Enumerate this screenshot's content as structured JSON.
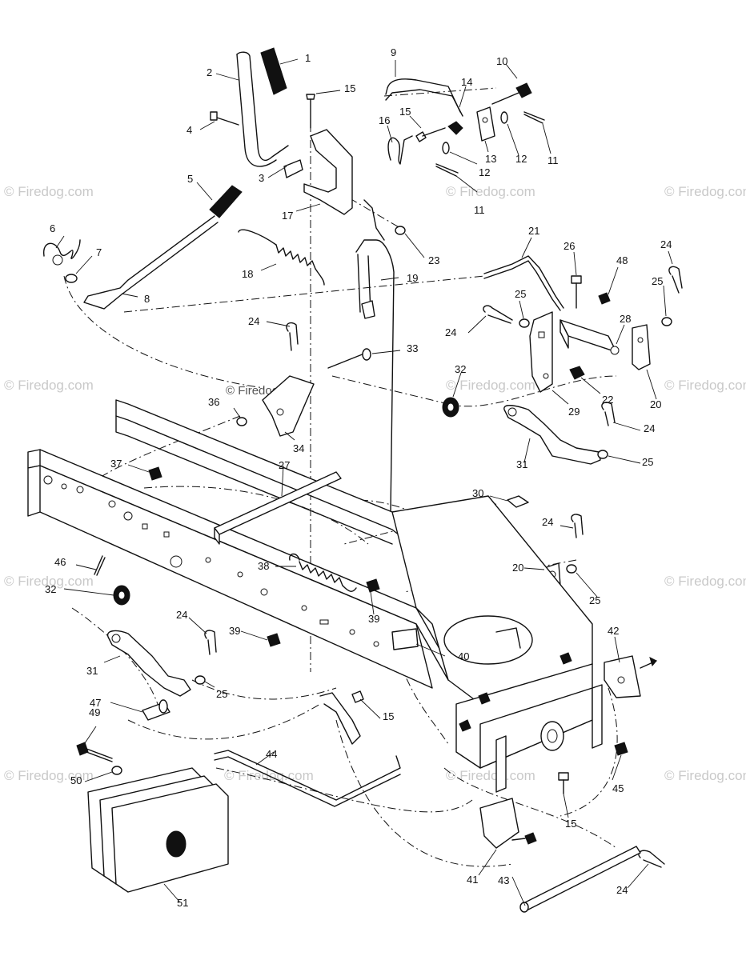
{
  "watermark": {
    "text": "© Firedog.com"
  },
  "callouts": [
    {
      "id": "c1",
      "label": "1"
    },
    {
      "id": "c2",
      "label": "2"
    },
    {
      "id": "c3",
      "label": "3"
    },
    {
      "id": "c4",
      "label": "4"
    },
    {
      "id": "c5",
      "label": "5"
    },
    {
      "id": "c6",
      "label": "6"
    },
    {
      "id": "c7",
      "label": "7"
    },
    {
      "id": "c8",
      "label": "8"
    },
    {
      "id": "c9",
      "label": "9"
    },
    {
      "id": "c10",
      "label": "10"
    },
    {
      "id": "c11a",
      "label": "11"
    },
    {
      "id": "c11b",
      "label": "11"
    },
    {
      "id": "c12a",
      "label": "12"
    },
    {
      "id": "c12b",
      "label": "12"
    },
    {
      "id": "c13",
      "label": "13"
    },
    {
      "id": "c14",
      "label": "14"
    },
    {
      "id": "c15a",
      "label": "15"
    },
    {
      "id": "c15b",
      "label": "15"
    },
    {
      "id": "c15c",
      "label": "15"
    },
    {
      "id": "c15d",
      "label": "15"
    },
    {
      "id": "c16",
      "label": "16"
    },
    {
      "id": "c17",
      "label": "17"
    },
    {
      "id": "c18",
      "label": "18"
    },
    {
      "id": "c19",
      "label": "19"
    },
    {
      "id": "c20a",
      "label": "20"
    },
    {
      "id": "c20b",
      "label": "20"
    },
    {
      "id": "c21",
      "label": "21"
    },
    {
      "id": "c22",
      "label": "22"
    },
    {
      "id": "c23",
      "label": "23"
    },
    {
      "id": "c24a",
      "label": "24"
    },
    {
      "id": "c24b",
      "label": "24"
    },
    {
      "id": "c24c",
      "label": "24"
    },
    {
      "id": "c24d",
      "label": "24"
    },
    {
      "id": "c24e",
      "label": "24"
    },
    {
      "id": "c24f",
      "label": "24"
    },
    {
      "id": "c24g",
      "label": "24"
    },
    {
      "id": "c25a",
      "label": "25"
    },
    {
      "id": "c25b",
      "label": "25"
    },
    {
      "id": "c25c",
      "label": "25"
    },
    {
      "id": "c25d",
      "label": "25"
    },
    {
      "id": "c25e",
      "label": "25"
    },
    {
      "id": "c26",
      "label": "26"
    },
    {
      "id": "c27",
      "label": "27"
    },
    {
      "id": "c28",
      "label": "28"
    },
    {
      "id": "c29",
      "label": "29"
    },
    {
      "id": "c30",
      "label": "30"
    },
    {
      "id": "c31a",
      "label": "31"
    },
    {
      "id": "c31b",
      "label": "31"
    },
    {
      "id": "c32a",
      "label": "32"
    },
    {
      "id": "c32b",
      "label": "32"
    },
    {
      "id": "c33",
      "label": "33"
    },
    {
      "id": "c34",
      "label": "34"
    },
    {
      "id": "c36",
      "label": "36"
    },
    {
      "id": "c37",
      "label": "37"
    },
    {
      "id": "c38",
      "label": "38"
    },
    {
      "id": "c39a",
      "label": "39"
    },
    {
      "id": "c39b",
      "label": "39"
    },
    {
      "id": "c40",
      "label": "40"
    },
    {
      "id": "c41",
      "label": "41"
    },
    {
      "id": "c42",
      "label": "42"
    },
    {
      "id": "c43",
      "label": "43"
    },
    {
      "id": "c44",
      "label": "44"
    },
    {
      "id": "c45",
      "label": "45"
    },
    {
      "id": "c46",
      "label": "46"
    },
    {
      "id": "c47",
      "label": "47"
    },
    {
      "id": "c48",
      "label": "48"
    },
    {
      "id": "c49",
      "label": "49"
    },
    {
      "id": "c50",
      "label": "50"
    },
    {
      "id": "c51",
      "label": "51"
    }
  ]
}
